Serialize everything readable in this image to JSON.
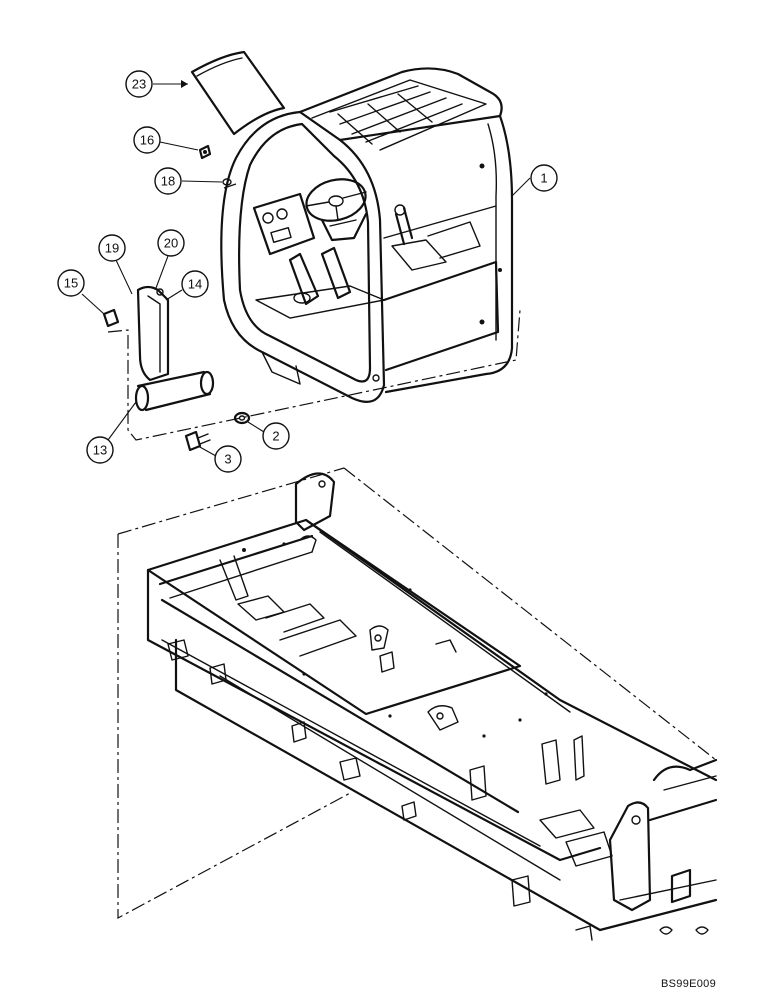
{
  "callouts": [
    {
      "label": "23"
    },
    {
      "label": "16"
    },
    {
      "label": "18"
    },
    {
      "label": "1"
    },
    {
      "label": "19"
    },
    {
      "label": "20"
    },
    {
      "label": "15"
    },
    {
      "label": "14"
    },
    {
      "label": "13"
    },
    {
      "label": "2"
    },
    {
      "label": "3"
    }
  ],
  "drawing_code": "BS99E009"
}
